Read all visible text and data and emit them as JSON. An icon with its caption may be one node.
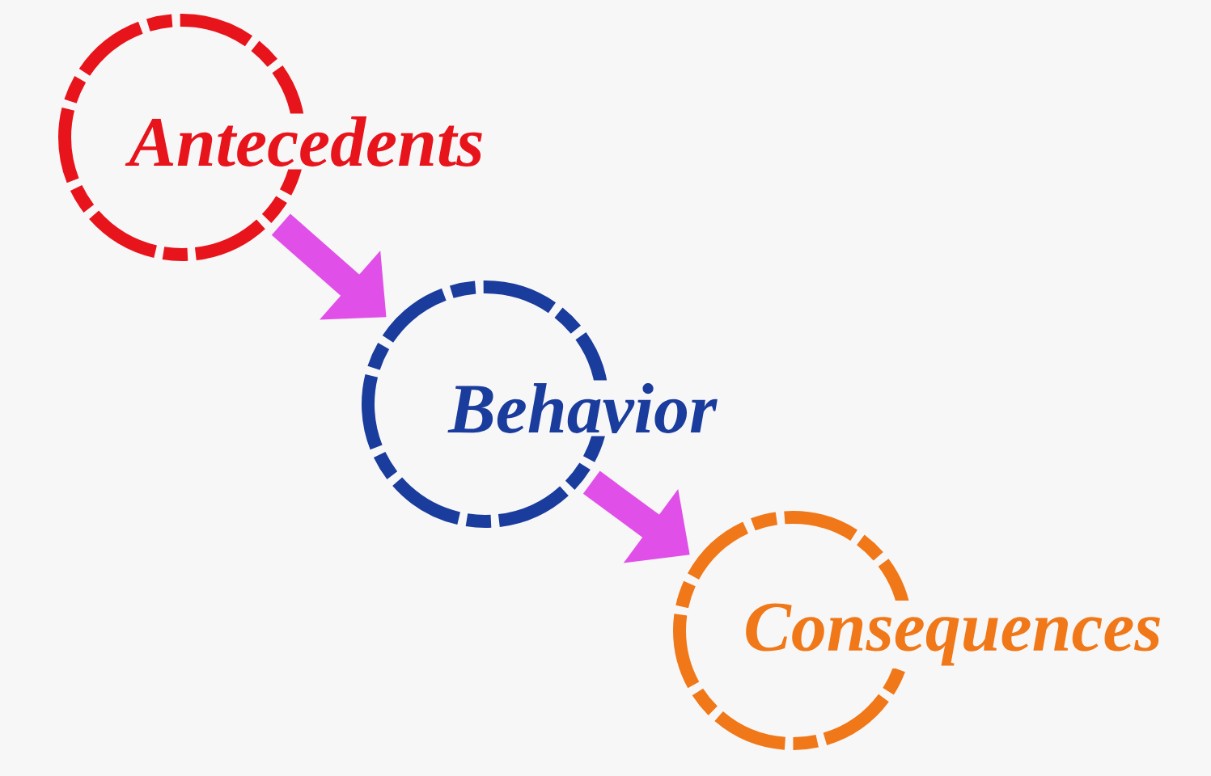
{
  "diagram": {
    "nodes": [
      {
        "text": [
          "Antecedents"
        ]
      },
      {
        "text": [
          "Behavior"
        ]
      },
      {
        "text": [
          "Consequences"
        ]
      }
    ],
    "edges": [
      {
        "from": 0,
        "to": 1,
        "arrow": "to"
      },
      {
        "from": 1,
        "to": 2,
        "arrow": "to"
      }
    ]
  }
}
